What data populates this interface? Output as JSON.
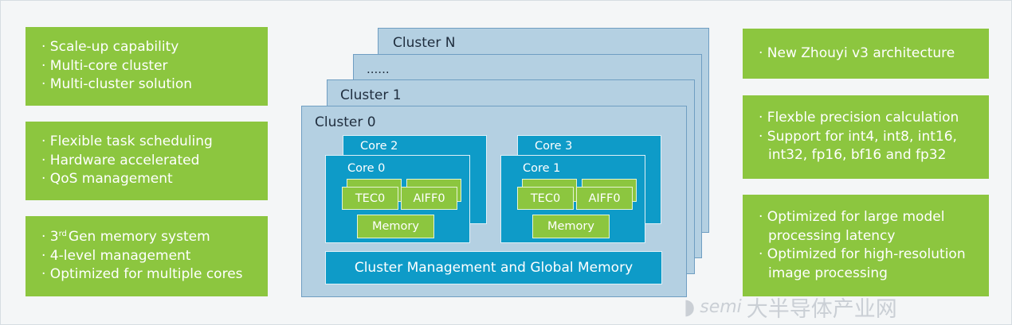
{
  "left_features": [
    {
      "lines": [
        "· Scale-up capability",
        "· Multi-core cluster",
        "· Multi-cluster solution"
      ]
    },
    {
      "lines": [
        "· Flexible task scheduling",
        "· Hardware accelerated",
        "· QoS management"
      ]
    },
    {
      "lines": [
        "· 3",
        "rd",
        "Gen memory system",
        "· 4-level management",
        "· Optimized for multiple cores"
      ]
    }
  ],
  "right_features": [
    {
      "lines": [
        "· New Zhouyi v3 architecture"
      ]
    },
    {
      "lines": [
        "· Flexble precision calculation",
        "· Support for int4, int8, int16,",
        "int32, fp16, bf16 and fp32"
      ]
    },
    {
      "lines": [
        "· Optimized for large model",
        "processing latency",
        "· Optimized for high-resolution",
        "image processing"
      ]
    }
  ],
  "clusters": {
    "n_label": "Cluster N",
    "ellipsis_label": "......",
    "c1_label": "Cluster 1",
    "c0_label": "Cluster 0"
  },
  "cores": {
    "core2": "Core 2",
    "core3": "Core 3",
    "core0": "Core 0",
    "core1": "Core 1"
  },
  "units": {
    "tec": "TEC0",
    "aiff": "AIFF0",
    "memory": "Memory"
  },
  "cluster_management": "Cluster Management and Global Memory",
  "watermark": {
    "semi": "semi",
    "text": "大半导体产业网"
  },
  "colors": {
    "feature_green": "#8cc63f",
    "cluster_blue": "#b4d0e2",
    "core_blue": "#0e9bc8"
  }
}
